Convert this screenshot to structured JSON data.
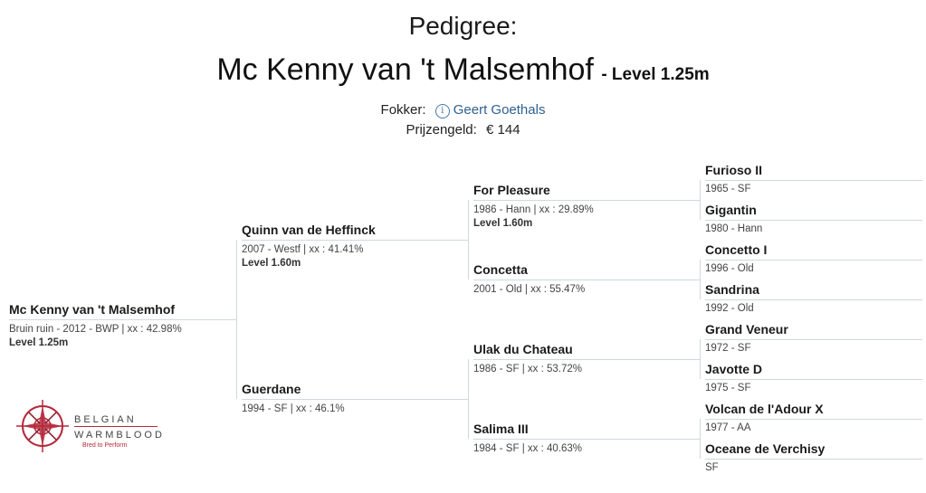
{
  "header": {
    "title": "Pedigree:",
    "horse_name": "Mc Kenny van 't Malsemhof",
    "level": "- Level 1.25m",
    "breeder_label": "Fokker:",
    "breeder_name": "Geert Goethals",
    "prize_label": "Prijzengeld:",
    "prize_value": "€ 144"
  },
  "pedigree": {
    "subject": {
      "name": "Mc Kenny van 't Malsemhof",
      "details": "Bruin ruin - 2012 - BWP | xx : 42.98%",
      "level": "Level 1.25m"
    },
    "sire": {
      "name": "Quinn van de Heffinck",
      "details": "2007 - Westf | xx : 41.41%",
      "level": "Level 1.60m"
    },
    "dam": {
      "name": "Guerdane",
      "details": "1994 - SF | xx : 46.1%"
    },
    "ss": {
      "name": "For Pleasure",
      "details": "1986 - Hann | xx : 29.89%",
      "level": "Level 1.60m"
    },
    "sd": {
      "name": "Concetta",
      "details": "2001 - Old | xx : 55.47%"
    },
    "ds": {
      "name": "Ulak du Chateau",
      "details": "1986 - SF | xx : 53.72%"
    },
    "dd": {
      "name": "Salima III",
      "details": "1984 - SF | xx : 40.63%"
    },
    "g4": [
      {
        "name": "Furioso II",
        "details": "1965 - SF"
      },
      {
        "name": "Gigantin",
        "details": "1980 - Hann"
      },
      {
        "name": "Concetto I",
        "details": "1996 - Old"
      },
      {
        "name": "Sandrina",
        "details": "1992 - Old"
      },
      {
        "name": "Grand Veneur",
        "details": "1972 - SF"
      },
      {
        "name": "Javotte D",
        "details": "1975 - SF"
      },
      {
        "name": "Volcan de l'Adour X",
        "details": "1977 - AA"
      },
      {
        "name": "Oceane de Verchisy",
        "details": "SF"
      }
    ]
  },
  "logo": {
    "line1": "BELGIAN",
    "line2": "WARMBLOOD",
    "tagline": "Bred to Perform",
    "icon": "compass-star-logo-icon"
  }
}
